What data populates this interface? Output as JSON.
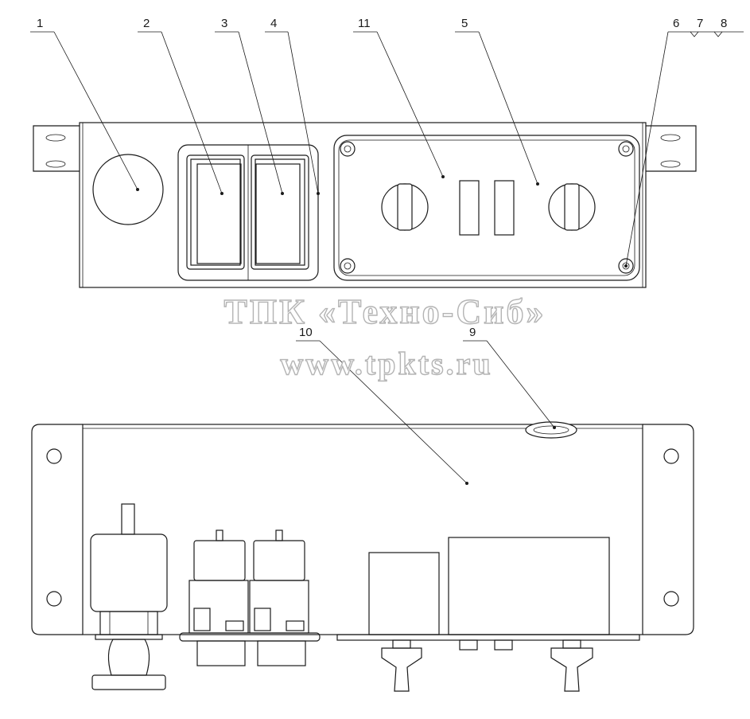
{
  "callouts": {
    "c1": "1",
    "c2": "2",
    "c3": "3",
    "c4": "4",
    "c5": "5",
    "c6": "6",
    "c7": "7",
    "c8": "8",
    "c9": "9",
    "c10": "10",
    "c11": "11"
  },
  "watermark": {
    "company": "ТПК «Техно-Сиб»",
    "url": "www.tpkts.ru"
  }
}
